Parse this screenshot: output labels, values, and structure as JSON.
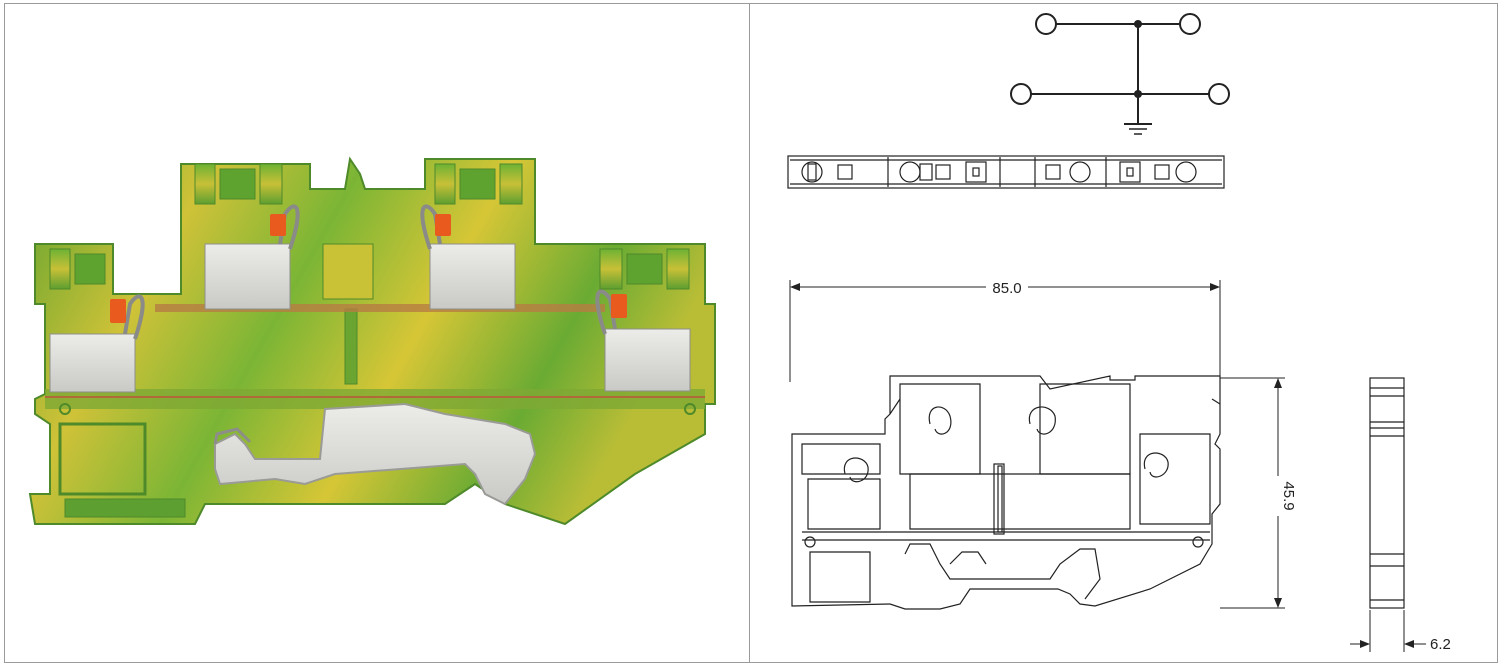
{
  "drawing": {
    "dim_width": "85.0",
    "dim_height": "45.9",
    "dim_thickness": "6.2"
  },
  "colors": {
    "housing_green": "#6fb236",
    "housing_yellow": "#d8c634",
    "spring_clamp": "#d9d9d6",
    "release_button": "#e85a1e",
    "line": "#333333"
  }
}
